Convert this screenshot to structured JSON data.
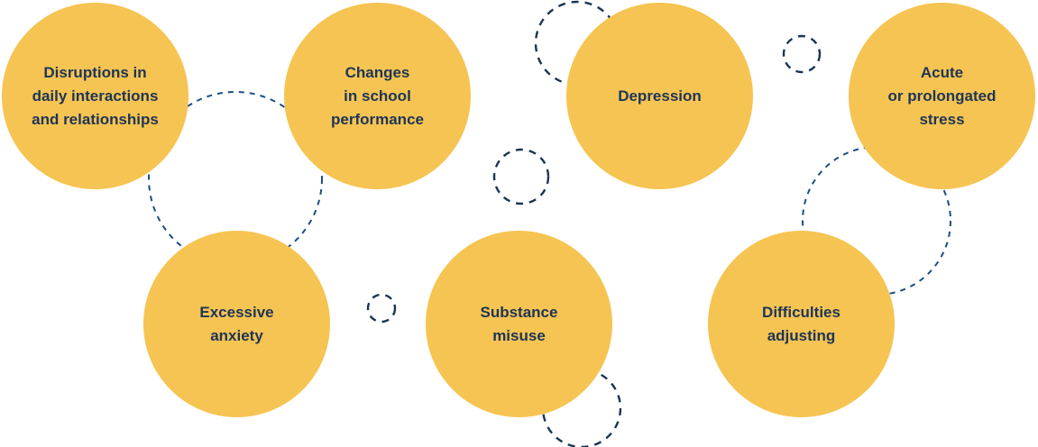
{
  "colors": {
    "bubble_fill": "#f6c452",
    "text": "#1d3556",
    "dash_blue": "#1c4f80",
    "dash_dark": "#1a3554"
  },
  "factors": [
    {
      "id": "disruptions",
      "label": "Disruptions in\ndaily interactions\nand relationships"
    },
    {
      "id": "school",
      "label": "Changes\nin school\nperformance"
    },
    {
      "id": "depression",
      "label": "Depression"
    },
    {
      "id": "stress",
      "label": "Acute\nor prolongated\nstress"
    },
    {
      "id": "anxiety",
      "label": "Excessive\nanxiety"
    },
    {
      "id": "substance",
      "label": "Substance\nmisuse"
    },
    {
      "id": "adjusting",
      "label": "Difficulties\nadjusting"
    }
  ]
}
